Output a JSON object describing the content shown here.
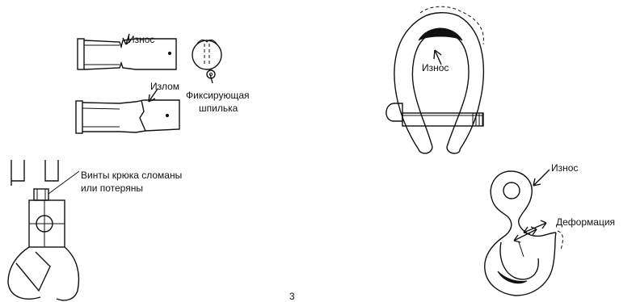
{
  "labels": {
    "pin_wear": "Износ",
    "pin_break": "Излом",
    "fixing_pin_line1": "Фиксирующая",
    "fixing_pin_line2": "шпилька",
    "shackle_wear": "Износ",
    "screws_line1": "Винты крюка сломаны",
    "screws_line2": "или потеряны",
    "hook_wear": "Износ",
    "hook_deformation": "Деформация",
    "page_number": "3"
  }
}
